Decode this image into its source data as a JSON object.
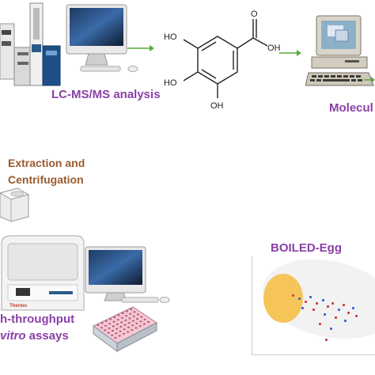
{
  "colors": {
    "label_purple": "#8a3fa8",
    "label_brown": "#9a5a2e",
    "arrow_green": "#5aaa3c",
    "yolk": "#f5c55a",
    "white_region": "#f4f4f4"
  },
  "labels": {
    "lcms": "LC-MS/MS analysis",
    "molecular": "Molecul",
    "extraction_line1": "Extraction and",
    "extraction_line2": "Centrifugation",
    "htp_line1": "h-throughput",
    "htp_line2_italic": "vitro",
    "htp_line2_rest": " assays",
    "boiled": "BOILED-Egg"
  },
  "molecule": {
    "atoms": [
      "HO",
      "HO",
      "OH",
      "O",
      "OH"
    ]
  },
  "instrument": {
    "brand": "Thermo"
  },
  "icons": [
    "lcms-instrument-icon",
    "imac-computer-icon",
    "gallic-acid-structure-icon",
    "desktop-computer-icon",
    "centrifuge-icon",
    "plate-reader-icon",
    "well-plate-icon",
    "boiled-egg-plot-icon",
    "green-arrow-icon"
  ]
}
